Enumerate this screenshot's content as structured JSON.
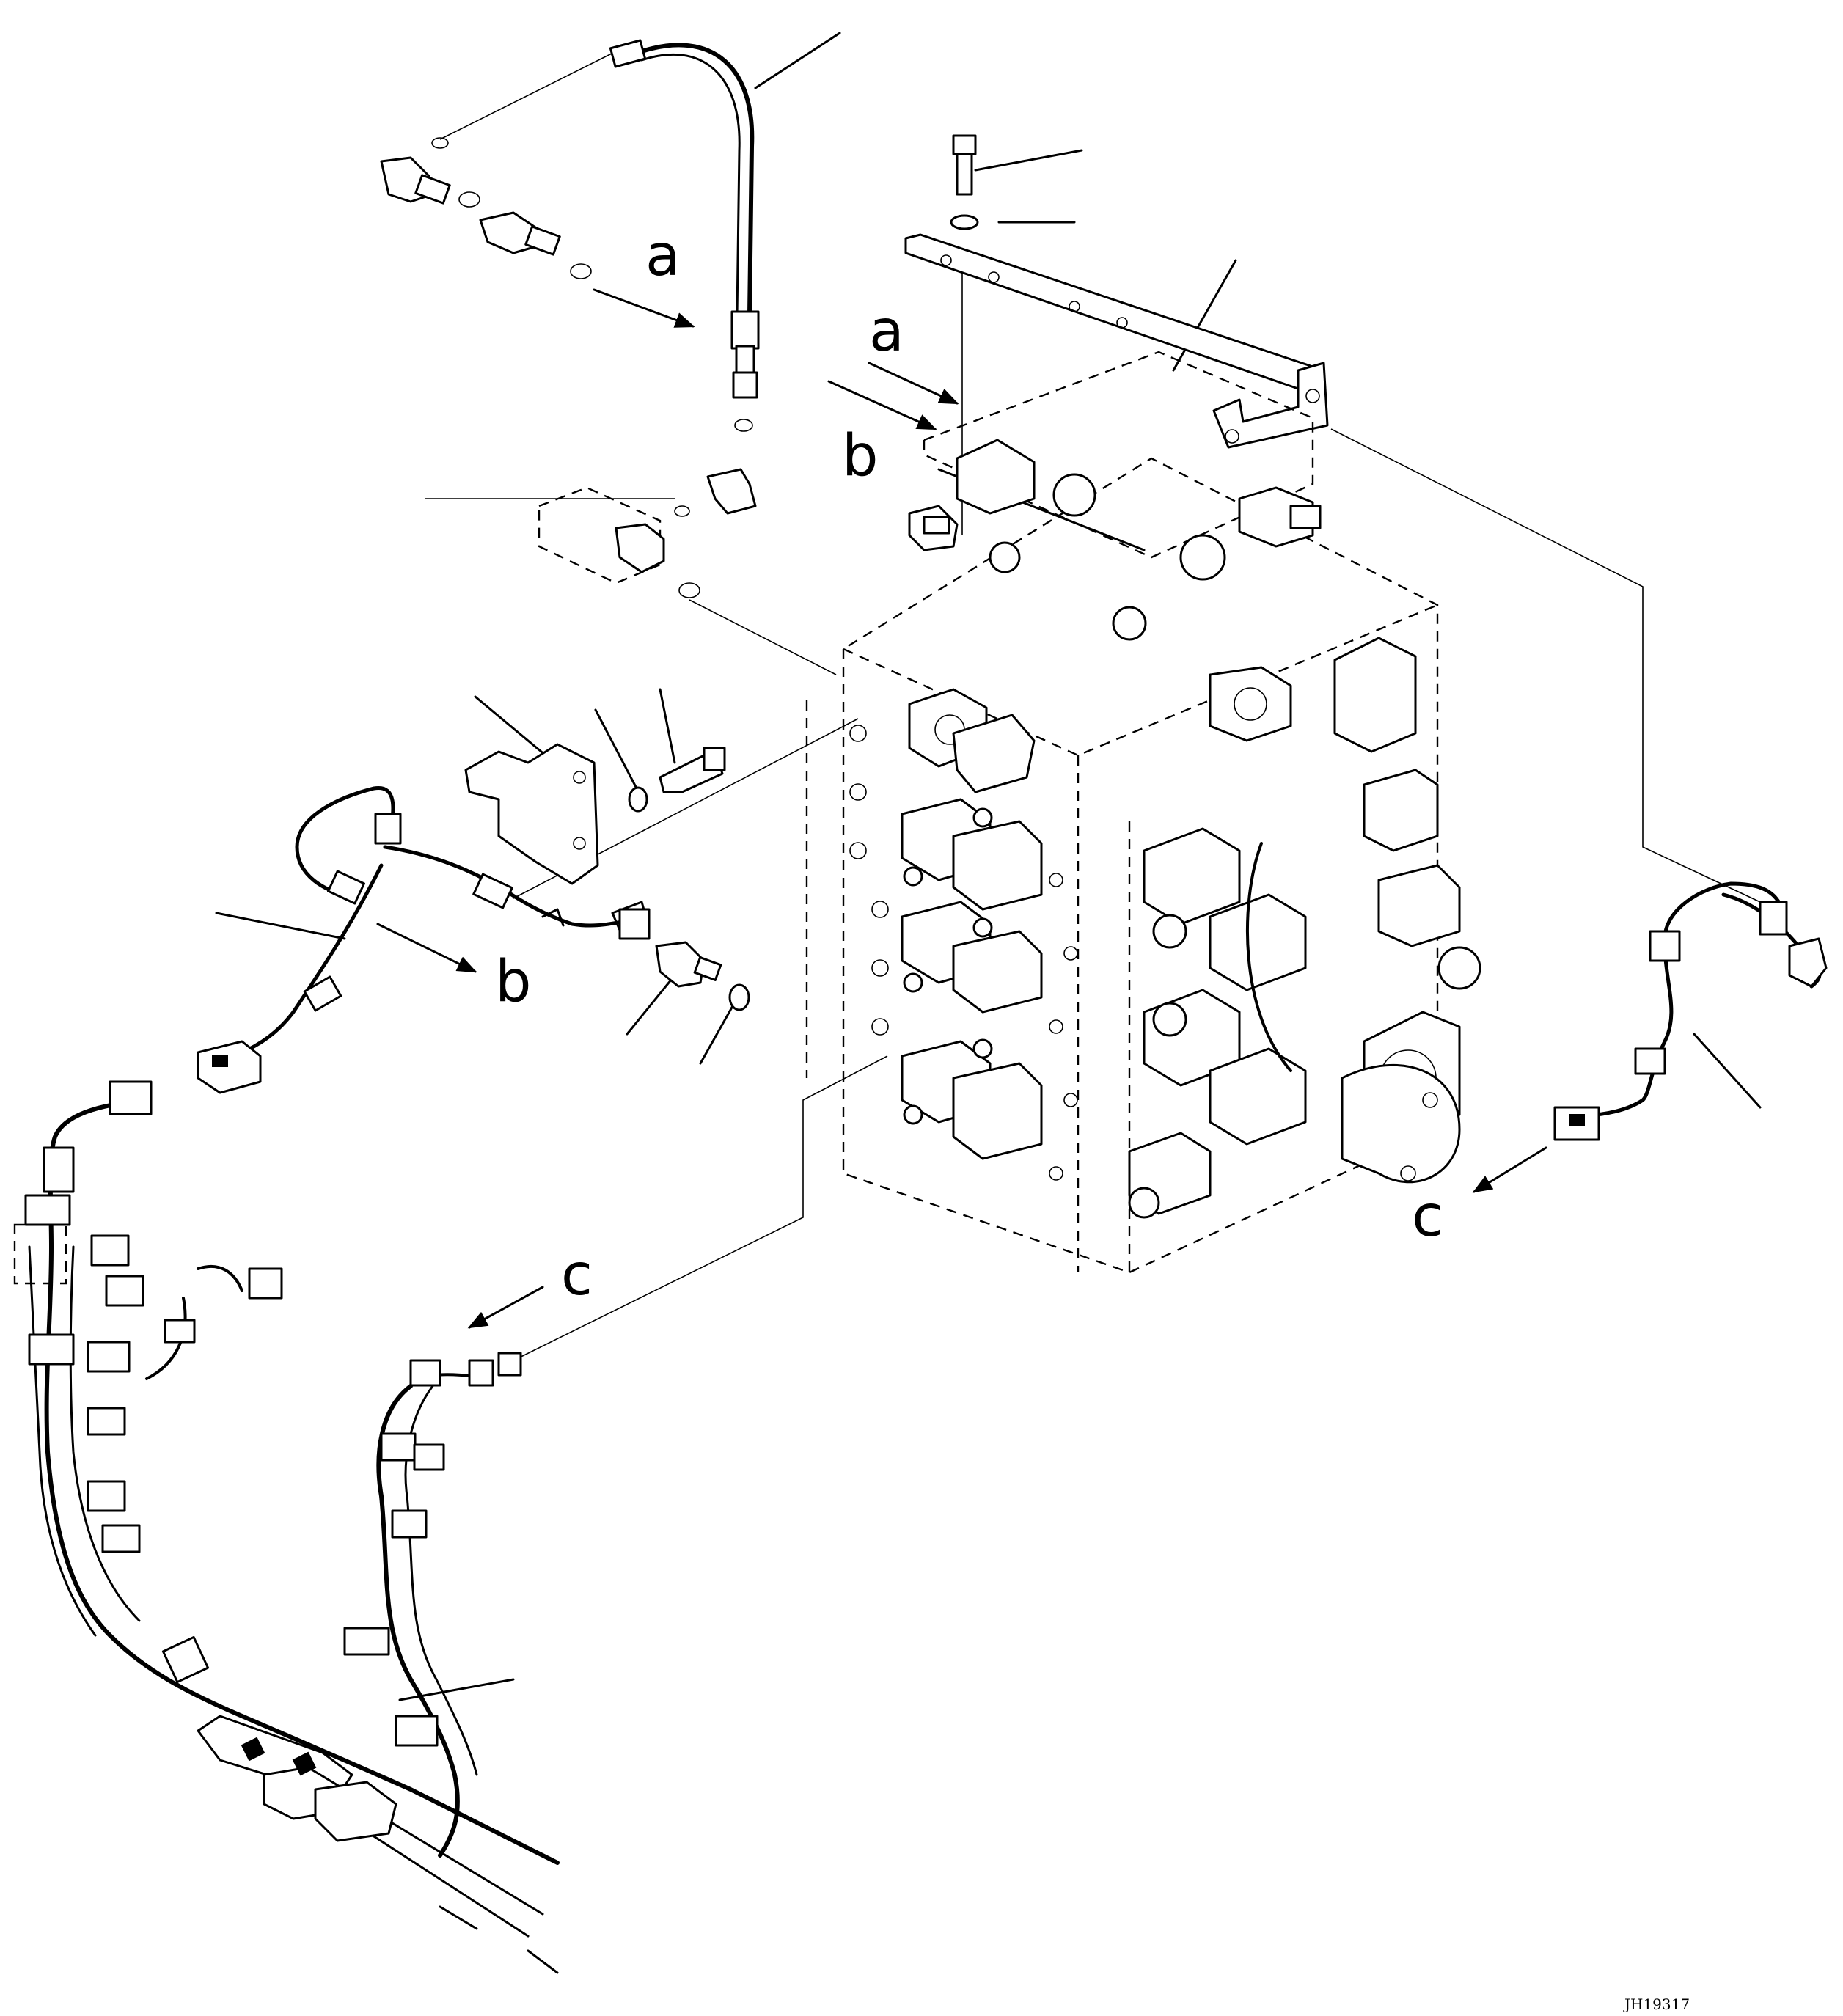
{
  "view_letters": {
    "a_upper": "a",
    "a_lower": "a",
    "b_upper": "b",
    "b_lower": "b",
    "c_left": "c",
    "c_right": "c"
  },
  "drawing_number": "JH19317"
}
